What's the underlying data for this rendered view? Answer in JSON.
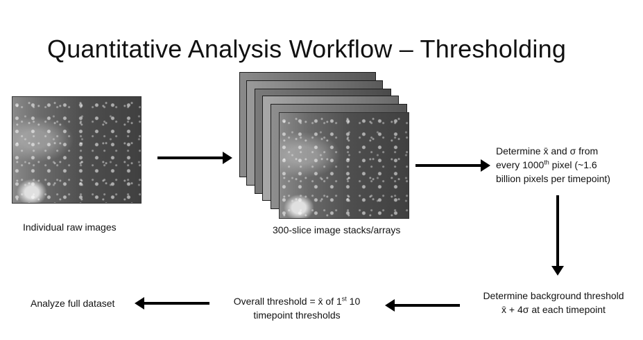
{
  "title": "Quantitative Analysis Workflow – Thresholding",
  "steps": {
    "raw": {
      "label": "Individual raw images"
    },
    "stacks": {
      "label": "300-slice image stacks/arrays"
    },
    "mean_sd": {
      "line1_pre": "Determine ",
      "xbar": "x̄",
      "line1_mid": " and ",
      "sigma": "σ",
      "line1_post": " from",
      "line2_pre": "every 1000",
      "line2_sup": "th",
      "line2_post": " pixel (~1.6",
      "line3": "billion pixels per timepoint)"
    },
    "background": {
      "line1": "Determine background threshold",
      "line2": "x̄ + 4σ at each timepoint"
    },
    "overall": {
      "line1_pre": "Overall threshold = x̄ of 1",
      "line1_sup": "st",
      "line1_post": " 10",
      "line2": "timepoint thresholds"
    },
    "analyze": {
      "label": "Analyze full dataset"
    }
  },
  "colors": {
    "arrow": "#000000",
    "stack_layer": "#a8a8a8"
  }
}
